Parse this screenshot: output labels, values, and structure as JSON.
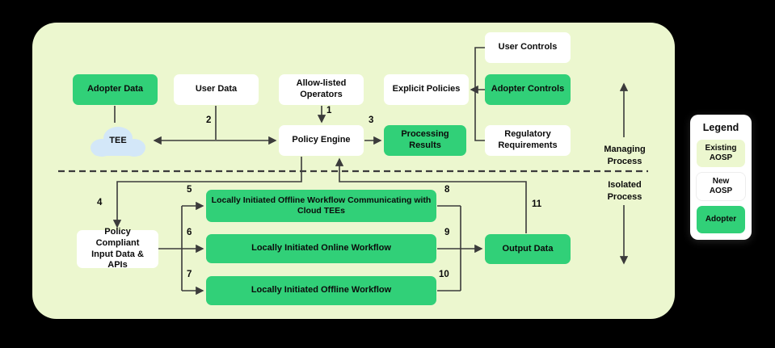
{
  "colors": {
    "background": "#000000",
    "panel": "#ecf7cf",
    "accent_green": "#31d078",
    "node_white": "#ffffff",
    "cloud_blue": "#d3e7f8",
    "line": "#3b3b3b"
  },
  "nodes": {
    "adopter_data": "Adopter Data",
    "user_data": "User Data",
    "allow_listed_operators": "Allow-listed\nOperators",
    "explicit_policies": "Explicit Policies",
    "user_controls": "User Controls",
    "adopter_controls": "Adopter Controls",
    "regulatory_requirements": "Regulatory\nRequirements",
    "tee": "TEE",
    "policy_engine": "Policy Engine",
    "processing_results": "Processing\nResults",
    "policy_compliant_input": "Policy Compliant\nInput Data & APIs",
    "workflow_cloud_tees": "Locally Initiated Offline Workflow Communicating with\nCloud TEEs",
    "workflow_online": "Locally Initiated Online Workflow",
    "workflow_offline": "Locally Initiated Offline Workflow",
    "output_data": "Output Data"
  },
  "process_labels": {
    "managing": "Managing\nProcess",
    "isolated": "Isolated\nProcess"
  },
  "arrow_numbers": [
    "1",
    "2",
    "3",
    "4",
    "5",
    "6",
    "7",
    "8",
    "9",
    "10",
    "11"
  ],
  "legend": {
    "title": "Legend",
    "items": [
      {
        "label": "Existing\nAOSP"
      },
      {
        "label": "New\nAOSP"
      },
      {
        "label": "Adopter"
      }
    ]
  }
}
